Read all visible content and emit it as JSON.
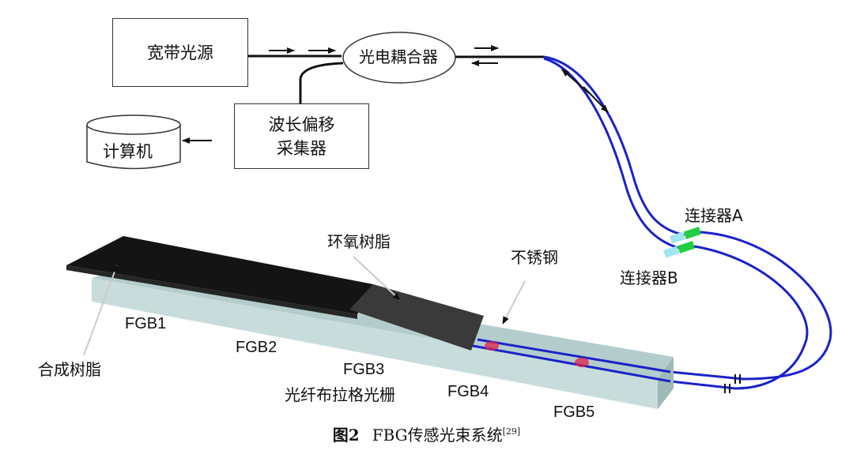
{
  "nodes": {
    "broadband_source": "宽带光源",
    "coupler": "光电耦合器",
    "wavelength_collector": [
      "波长偏移",
      "采集器"
    ],
    "computer": "计算机"
  },
  "labels": {
    "connector_a": "连接器A",
    "connector_b": "连接器B",
    "epoxy": "环氧树脂",
    "steel": "不锈钢",
    "composite": "合成树脂",
    "fbg_array": "光纤布拉格光栅",
    "fgb1": "FGB1",
    "fgb2": "FGB2",
    "fgb3": "FGB3",
    "fgb4": "FGB4",
    "fgb5": "FGB5"
  },
  "caption": {
    "figure": "图2",
    "title": "FBG传感光束系统",
    "ref": "[29]"
  },
  "colors": {
    "fiber": "#1a22c8",
    "steel_top": "#b4cccc",
    "steel_front": "#c9dcdc",
    "composite": "#141414",
    "epoxy": "#3a3a3a",
    "connector_green": "#22cc44",
    "connector_cyan": "#9fe6f2",
    "grating": "#e0204a"
  }
}
